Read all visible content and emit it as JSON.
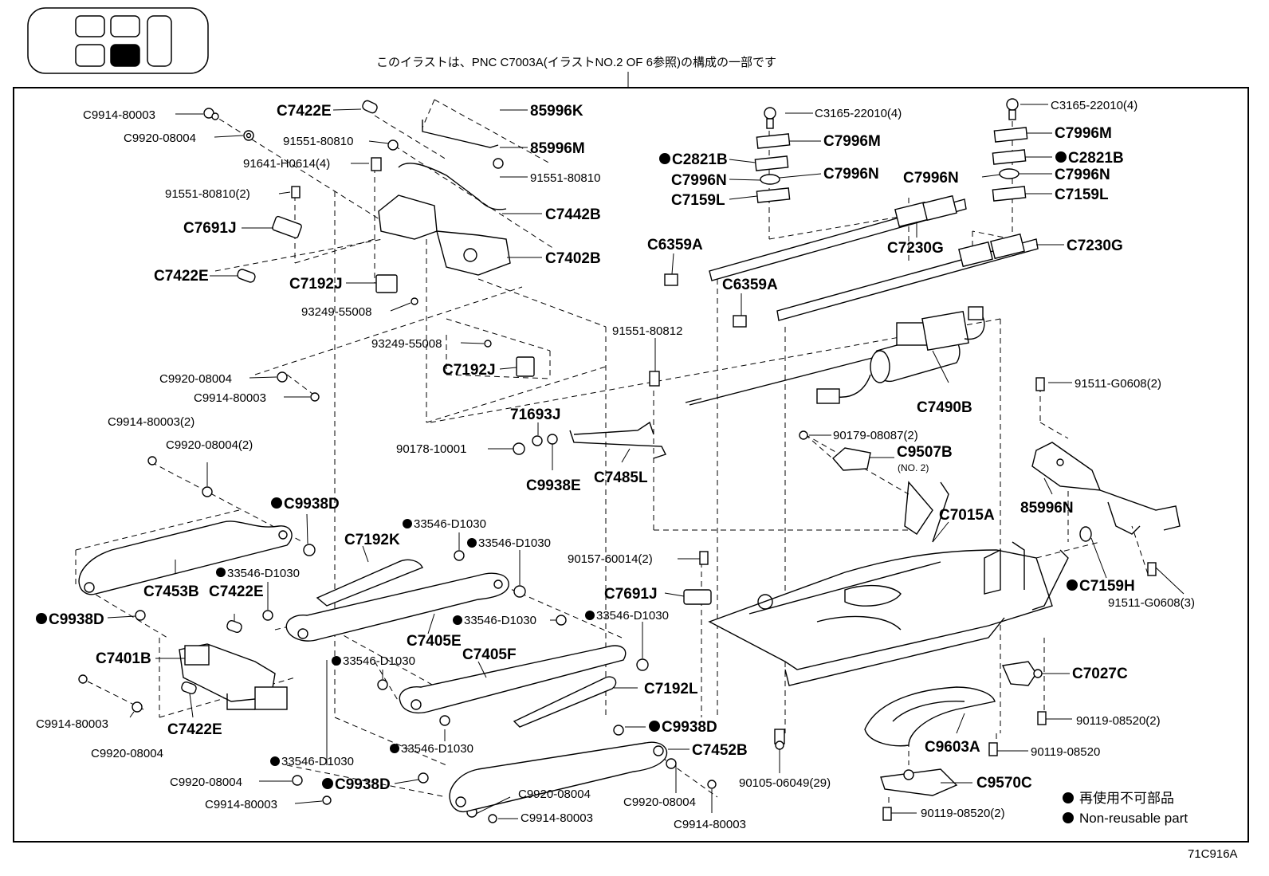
{
  "header_note": "このイラストは、PNC C7003A(イラストNO.2 OF 6参照)の構成の一部です",
  "illustration_code": "71C916A",
  "legend": {
    "jp": "再使用不可部品",
    "en": "Non-reusable part"
  },
  "labels": {
    "l_c9914_80003_a": "C9914-80003",
    "l_c9920_08004_a": "C9920-08004",
    "l_c7422e_a": "C7422E",
    "l_91551_80810_a": "91551-80810",
    "l_91641_h0614": "91641-H0614(4)",
    "l_91551_80810_2": "91551-80810(2)",
    "l_c7691j_a": "C7691J",
    "l_c7422e_b": "C7422E",
    "l_c7192j_a": "C7192J",
    "l_93249_55008_a": "93249-55008",
    "l_85996k": "85996K",
    "l_85996m": "85996M",
    "l_91551_80810_b": "91551-80810",
    "l_c7442b": "C7442B",
    "l_c7402b": "C7402B",
    "l_93249_55008_b": "93249-55008",
    "l_c7192j_b": "C7192J",
    "l_c9920_08004_b": "C9920-08004",
    "l_c9914_80003_b": "C9914-80003",
    "l_c9914_80003_2": "C9914-80003(2)",
    "l_c9920_08004_2": "C9920-08004(2)",
    "l_c9938d_a": "C9938D",
    "l_c7453b": "C7453B",
    "l_c9938d_b": "C9938D",
    "l_c7401b": "C7401B",
    "l_c9914_80003_c": "C9914-80003",
    "l_c9920_08004_c": "C9920-08004",
    "l_c7422e_c": "C7422E",
    "l_33546_d1030_a": "33546-D1030",
    "l_c7422e_d": "C7422E",
    "l_c7192k": "C7192K",
    "l_33546_d1030_b": "33546-D1030",
    "l_33546_d1030_c": "33546-D1030",
    "l_c7405e": "C7405E",
    "l_33546_d1030_d": "33546-D1030",
    "l_33546_d1030_e": "33546-D1030",
    "l_c7405f": "C7405F",
    "l_33546_d1030_f": "33546-D1030",
    "l_c7192l": "C7192L",
    "l_33546_d1030_g": "33546-D1030",
    "l_33546_d1030_h": "33546-D1030",
    "l_c9920_08004_d": "C9920-08004",
    "l_c9914_80003_d": "C9914-80003",
    "l_c9938d_c": "C9938D",
    "l_c9938d_d": "C9938D",
    "l_c7452b": "C7452B",
    "l_c9920_08004_e": "C9920-08004",
    "l_c9914_80003_e": "C9914-80003",
    "l_c9920_08004_f": "C9920-08004",
    "l_c9914_80003_f": "C9914-80003",
    "l_71693j": "71693J",
    "l_90178_10001": "90178-10001",
    "l_c9938e": "C9938E",
    "l_c7485l": "C7485L",
    "l_91551_80812": "91551-80812",
    "l_90157_60014": "90157-60014(2)",
    "l_c7691j_b": "C7691J",
    "l_c3165_22010_a": "C3165-22010(4)",
    "l_c7996m_a": "C7996M",
    "l_c2821b_a": "C2821B",
    "l_c7996n_a": "C7996N",
    "l_c7996n_b": "C7996N",
    "l_c7159l_a": "C7159L",
    "l_c6359a_a": "C6359A",
    "l_c7230g_a": "C7230G",
    "l_c6359a_b": "C6359A",
    "l_c3165_22010_b": "C3165-22010(4)",
    "l_c7996m_b": "C7996M",
    "l_c2821b_b": "C2821B",
    "l_c7996n_c": "C7996N",
    "l_c7996n_d": "C7996N",
    "l_c7159l_b": "C7159L",
    "l_c7230g_b": "C7230G",
    "l_c7490b": "C7490B",
    "l_91511_g0608_2": "91511-G0608(2)",
    "l_90179_08087": "90179-08087(2)",
    "l_c9507b": "C9507B",
    "l_no2": "(NO. 2)",
    "l_c7015a": "C7015A",
    "l_85996n": "85996N",
    "l_c7159h": "C7159H",
    "l_91511_g0608_3": "91511-G0608(3)",
    "l_c7027c": "C7027C",
    "l_90119_08520_2a": "90119-08520(2)",
    "l_c9603a": "C9603A",
    "l_90119_08520": "90119-08520",
    "l_90105_06049": "90105-06049(29)",
    "l_c9570c": "C9570C",
    "l_90119_08520_2b": "90119-08520(2)"
  }
}
